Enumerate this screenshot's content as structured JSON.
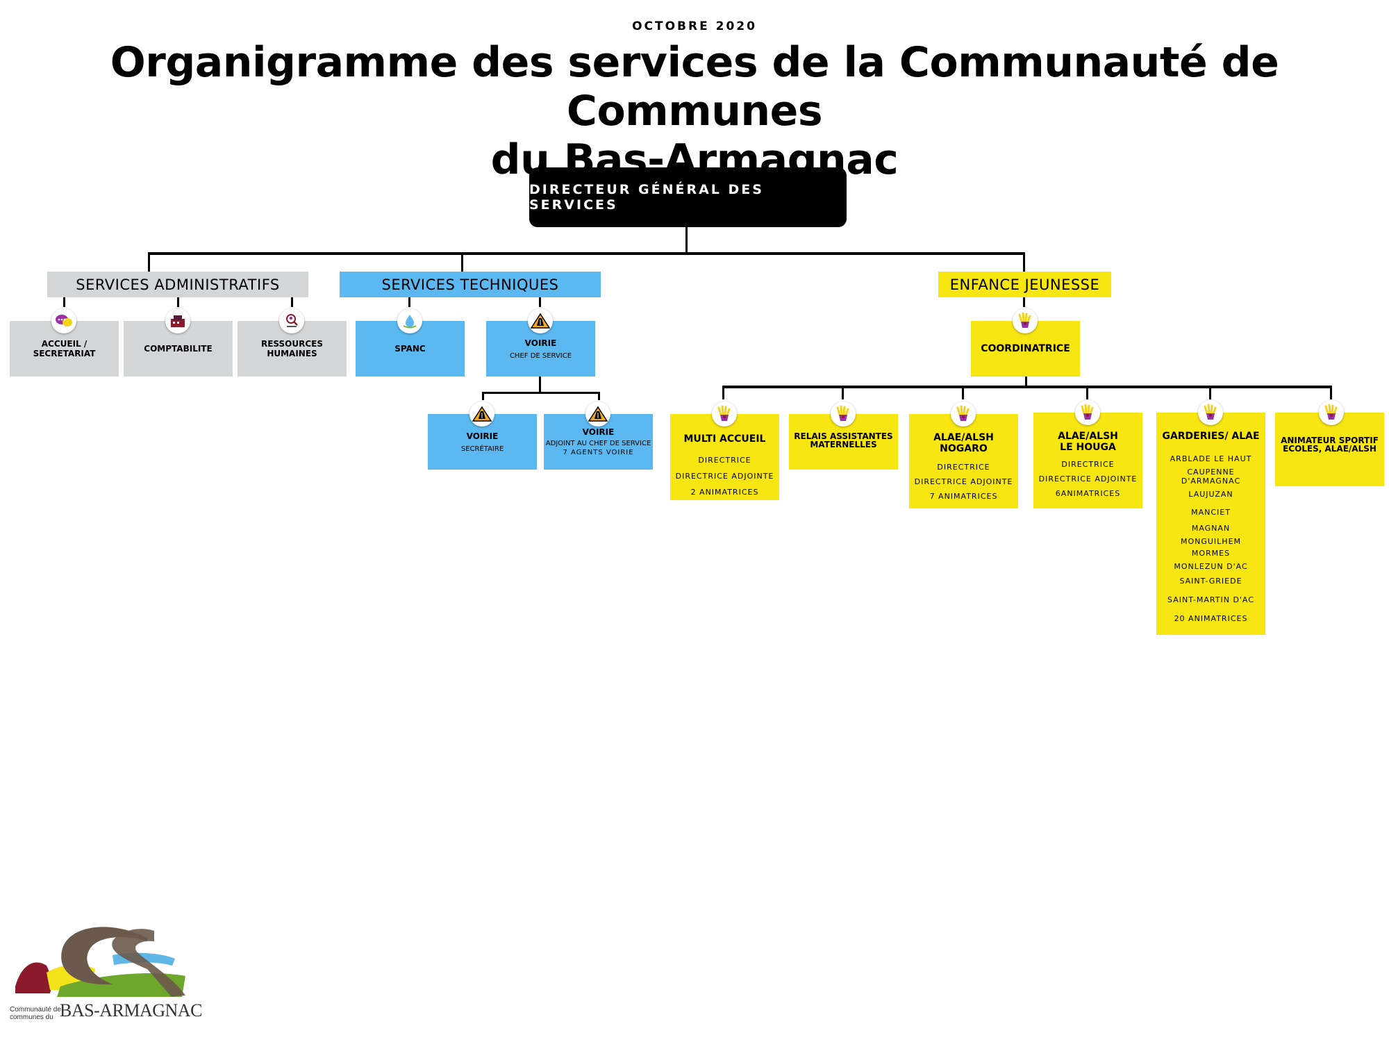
{
  "header": {
    "date": "OCTOBRE 2020",
    "title_line1": "Organigramme des services de la Communauté de Communes",
    "title_line2": "du Bas-Armagnac"
  },
  "director": {
    "label": "DIRECTEUR GÉNÉRAL DES SERVICES"
  },
  "admin": {
    "label": "SERVICES ADMINISTRATIFS",
    "color": "#d3d5d7",
    "units": [
      {
        "name": "ACCUEIL / SECRETARIAT",
        "icon": "chat-bubbles-icon"
      },
      {
        "name": "COMPTABILITE",
        "icon": "accounting-icon"
      },
      {
        "name": "RESSOURCES HUMAINES",
        "icon": "human-resources-icon"
      }
    ]
  },
  "technique": {
    "label": "SERVICES TECHNIQUES",
    "color": "#5cb8f0",
    "spanc": {
      "name": "SPANC",
      "icon": "water-drop-icon"
    },
    "voirie": {
      "name": "VOIRIE",
      "role": "CHEF DE SERVICE",
      "icon": "road-warning-icon"
    },
    "voirie_sec": {
      "name": "VOIRIE",
      "role": "SECRÉTAIRE",
      "icon": "road-warning-icon"
    },
    "voirie_adj": {
      "name": "VOIRIE",
      "role": "ADJOINT AU CHEF DE SERVICE",
      "role2": "7 AGENTS VOIRIE",
      "icon": "road-warning-icon"
    }
  },
  "enfance": {
    "label": "ENFANCE JEUNESSE",
    "color": "#f8e612",
    "coordinatrice": {
      "name": "COORDINATRICE",
      "icon": "hands-icon"
    },
    "multi": {
      "name": "MULTI ACCUEIL",
      "lines": [
        "DIRECTRICE",
        "DIRECTRICE ADJOINTE",
        "2 ANIMATRICES"
      ]
    },
    "relais": {
      "name1": "RELAIS ASSISTANTES",
      "name2": "MATERNELLES"
    },
    "nogaro": {
      "name1": "ALAE/ALSH",
      "name2": "NOGARO",
      "lines": [
        "DIRECTRICE",
        "DIRECTRICE ADJOINTE",
        "7 ANIMATRICES"
      ]
    },
    "houga": {
      "name1": "ALAE/ALSH",
      "name2": "LE HOUGA",
      "lines": [
        "DIRECTRICE",
        "DIRECTRICE ADJOINTE",
        "6ANIMATRICES"
      ]
    },
    "garderies": {
      "name": "GARDERIES/ ALAE",
      "lines": [
        "ARBLADE LE HAUT",
        "CAUPENNE D'ARMAGNAC",
        "LAUJUZAN",
        "MANCIET",
        "MAGNAN",
        "MONGUILHEM",
        "MORMES",
        "MONLEZUN D'AC",
        "SAINT-GRIEDE",
        "SAINT-MARTIN D'AC",
        "20 ANIMATRICES"
      ]
    },
    "animateur": {
      "name1": "ANIMATEUR SPORTIF",
      "name2": "ECOLES, ALAE/ALSH"
    }
  },
  "logo": {
    "line1": "Communauté de",
    "line2": "communes du",
    "name": "BAS-ARMAGNAC",
    "colors": [
      "#8b1a2b",
      "#f2e21a",
      "#6da72c",
      "#6b5a4b",
      "#5fb7e5"
    ]
  }
}
